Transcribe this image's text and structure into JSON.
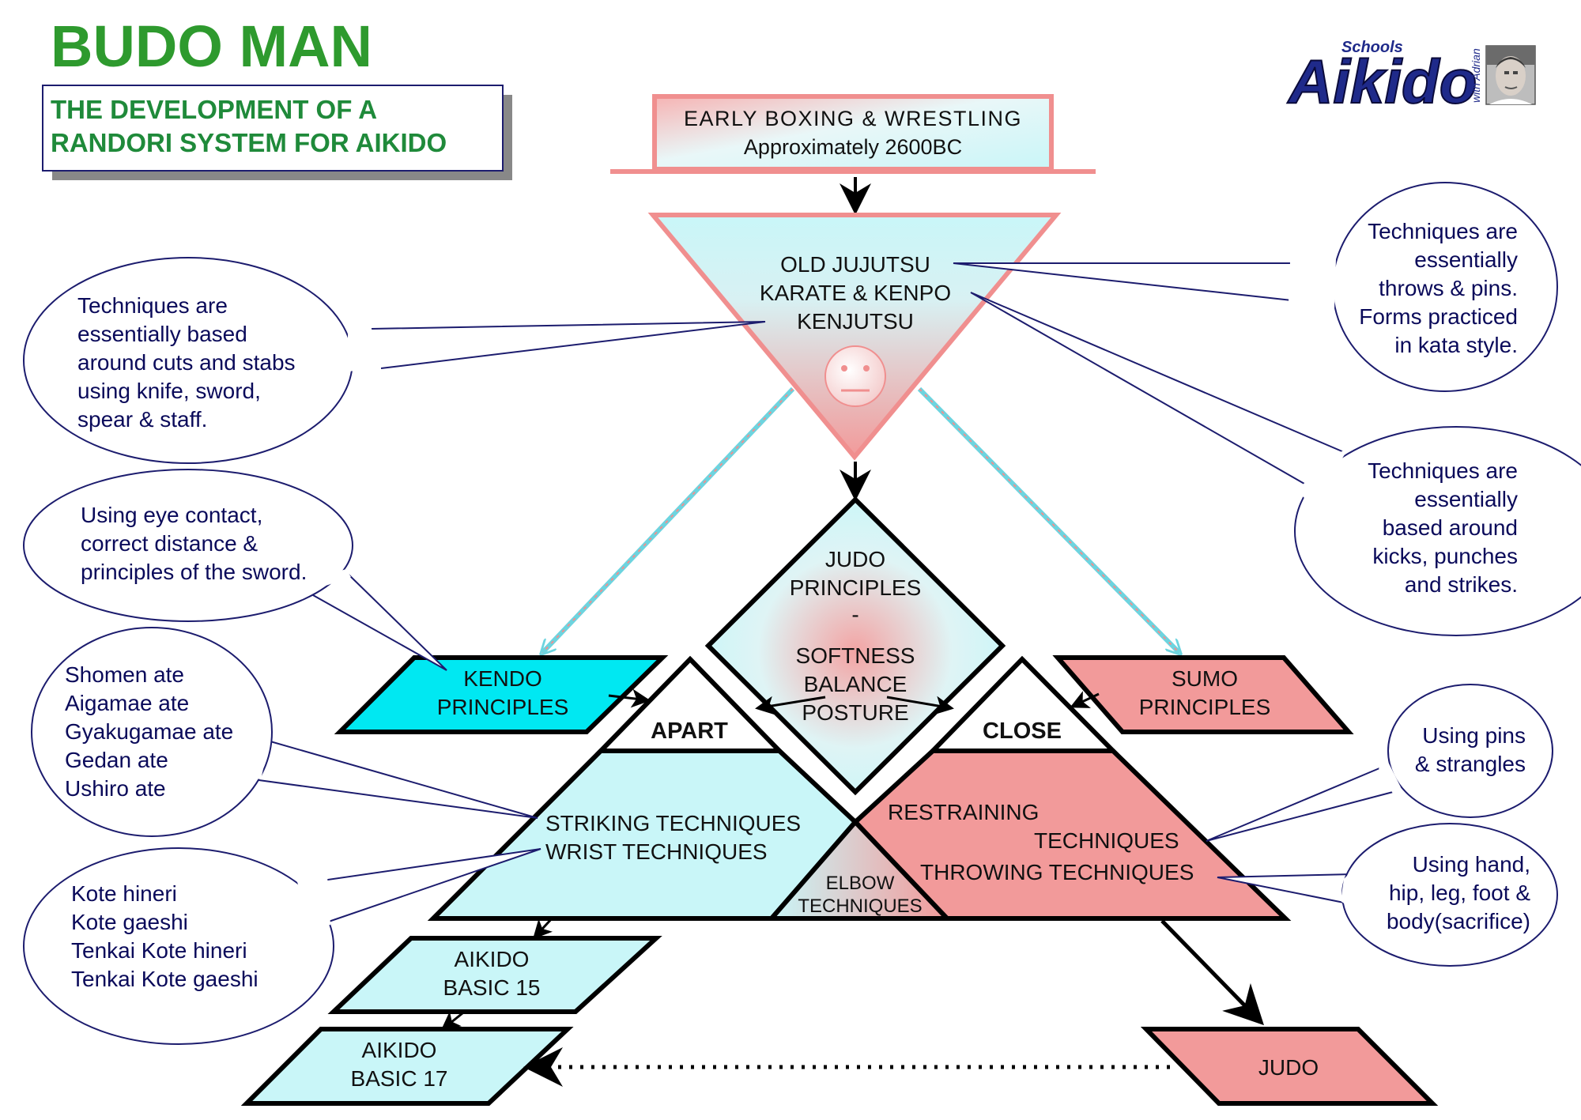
{
  "header": {
    "title": "BUDO MAN",
    "subtitle_line1": "THE DEVELOPMENT OF A",
    "subtitle_line2": "RANDORI SYSTEM FOR AIKIDO"
  },
  "logo": {
    "schools": "Schools",
    "name": "Aikido",
    "with": "with Adrian"
  },
  "nodes": {
    "early": {
      "line1": "EARLY BOXING & WRESTLING",
      "line2": "Approximately 2600BC"
    },
    "old": {
      "line1": "OLD JUJUTSU",
      "line2": "KARATE & KENPO",
      "line3": "KENJUTSU"
    },
    "judo_principles": {
      "line1": "JUDO",
      "line2": "PRINCIPLES",
      "line3": "-",
      "line4": "SOFTNESS",
      "line5": "BALANCE",
      "line6": "POSTURE"
    },
    "kendo": {
      "line1": "KENDO",
      "line2": "PRINCIPLES"
    },
    "sumo": {
      "line1": "SUMO",
      "line2": "PRINCIPLES"
    },
    "apart": "APART",
    "close": "CLOSE",
    "left_techniques": {
      "line1": "STRIKING TECHNIQUES",
      "line2": "WRIST TECHNIQUES"
    },
    "right_techniques": {
      "line1": "RESTRAINING",
      "line2": "TECHNIQUES",
      "line3": "THROWING TECHNIQUES"
    },
    "elbow": {
      "line1": "ELBOW",
      "line2": "TECHNIQUES"
    },
    "basic15": {
      "line1": "AIKIDO",
      "line2": "BASIC 15"
    },
    "basic17": {
      "line1": "AIKIDO",
      "line2": "BASIC 17"
    },
    "judo": "JUDO"
  },
  "bubbles": {
    "cuts": [
      "Techniques are",
      "essentially based",
      "around cuts and stabs",
      "using knife, sword,",
      "spear & staff."
    ],
    "eye": [
      "Using eye contact,",
      "correct distance &",
      "principles of the sword."
    ],
    "ate": [
      "Shomen ate",
      "Aigamae ate",
      "Gyakugamae ate",
      "Gedan ate",
      "Ushiro ate"
    ],
    "kote": [
      "Kote hineri",
      "Kote gaeshi",
      "Tenkai Kote hineri",
      "Tenkai Kote gaeshi"
    ],
    "throws": [
      "Techniques are",
      "essentially",
      "throws & pins.",
      "Forms practiced",
      "in kata style."
    ],
    "kicks": [
      "Techniques are",
      "essentially",
      "based around",
      "kicks, punches",
      "and strikes."
    ],
    "pins": [
      "Using pins",
      "& strangles"
    ],
    "hand": [
      "Using hand,",
      "hip, leg, foot &",
      "body(sacrifice)"
    ]
  },
  "colors": {
    "title_green": "#2e9a2e",
    "subtitle_green": "#1f8a3a",
    "light_cyan": "#c9f6f8",
    "cyan": "#00e8f2",
    "salmon": "#f29a9a",
    "pink_border": "#f08f8f",
    "navy": "#1c1c6e"
  }
}
